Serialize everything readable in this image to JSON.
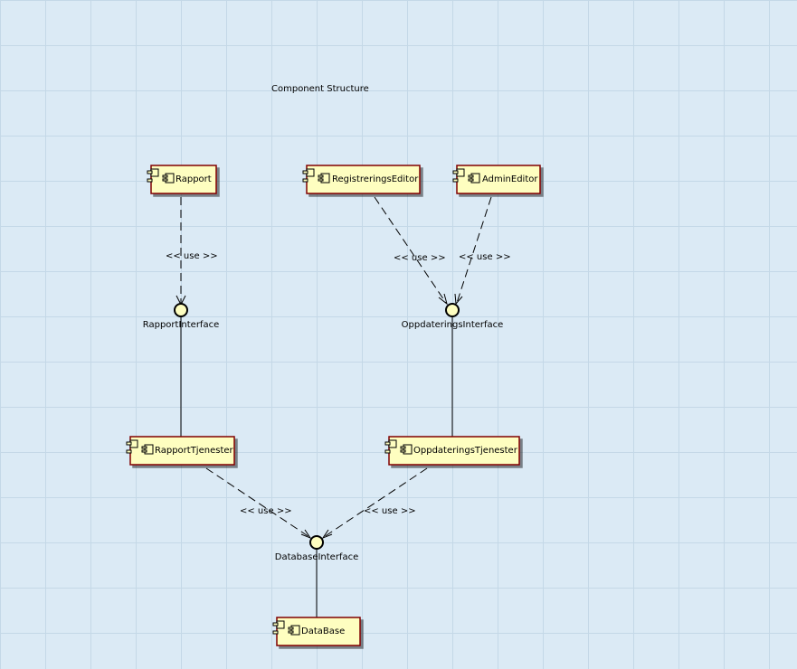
{
  "title": "Component Structure",
  "components": [
    {
      "id": "rapport",
      "label": "Rapport"
    },
    {
      "id": "registreringseditor",
      "label": "RegistreringsEditor"
    },
    {
      "id": "admineditor",
      "label": "AdminEditor"
    },
    {
      "id": "rapporttjenester",
      "label": "RapportTjenester"
    },
    {
      "id": "oppdateringstjenester",
      "label": "OppdateringsTjenester"
    },
    {
      "id": "database",
      "label": "DataBase"
    }
  ],
  "interfaces": [
    {
      "id": "rapportinterface",
      "label": "RapportInterface"
    },
    {
      "id": "oppdateringsinterface",
      "label": "OppdateringsInterface"
    },
    {
      "id": "databaseinterface",
      "label": "DatabaseInterface"
    }
  ],
  "dependencies": [
    {
      "from": "rapport",
      "to": "rapportinterface",
      "label": "<< use >>"
    },
    {
      "from": "registreringseditor",
      "to": "oppdateringsinterface",
      "label": "<< use >>"
    },
    {
      "from": "admineditor",
      "to": "oppdateringsinterface",
      "label": "<< use >>"
    },
    {
      "from": "rapporttjenester",
      "to": "databaseinterface",
      "label": "<< use >>"
    },
    {
      "from": "oppdateringstjenester",
      "to": "databaseinterface",
      "label": "<< use >>"
    }
  ],
  "realizations": [
    {
      "from": "rapporttjenester",
      "to": "rapportinterface"
    },
    {
      "from": "oppdateringstjenester",
      "to": "oppdateringsinterface"
    },
    {
      "from": "database",
      "to": "databaseinterface"
    }
  ],
  "colors": {
    "component_fill": "#fefec0",
    "component_border": "#800000",
    "interface_fill": "#fefec0",
    "line": "#000000"
  }
}
